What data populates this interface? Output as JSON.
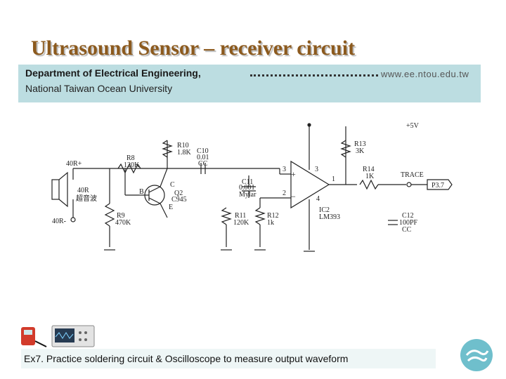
{
  "slide": {
    "title": "Ultrasound Sensor – receiver circuit",
    "department": "Department of Electrical Engineering,",
    "university": "National Taiwan Ocean University",
    "url": "www.ee.ntou.edu.tw",
    "caption": "Ex7. Practice soldering circuit & Oscilloscope to measure output waveform"
  },
  "circuit": {
    "vcc": "+5V",
    "input_plus": "40R+",
    "input_minus": "40R-",
    "sensor_label": "40R",
    "sensor_label_cn": "超音波",
    "r8_name": "R8",
    "r8_value": "120K",
    "r9_name": "R9",
    "r9_value": "470K",
    "r10_name": "R10",
    "r10_value": "1.8K",
    "c10_name": "C10",
    "c10_value": "0.01",
    "c10_type": "CC",
    "q2_base": "B",
    "q2_collector": "C",
    "q2_emitter": "E",
    "q2_name": "Q2",
    "q2_part": "C945",
    "c11_name": "C11",
    "c11_value": "0.001",
    "c11_type": "Mylar",
    "r11_name": "R11",
    "r11_value": "120K",
    "r12_name": "R12",
    "r12_value": "1k",
    "r13_name": "R13",
    "r13_value": "3K",
    "r14_name": "R14",
    "r14_value": "1K",
    "ic_name": "IC2",
    "ic_part": "LM393",
    "pin3": "3",
    "pin2": "2",
    "pin1": "1",
    "pin4": "4",
    "trace": "TRACE",
    "port": "P3.7",
    "c12_name": "C12",
    "c12_value": "100PF",
    "c12_type": "CC"
  },
  "colors": {
    "title": "#8c5a1e",
    "header_band": "#bcdde1",
    "logo": "#6fbfcc"
  },
  "icons": {
    "tools": "multimeter-and-oscilloscope-icon",
    "logo": "ntou-wave-logo-icon"
  }
}
